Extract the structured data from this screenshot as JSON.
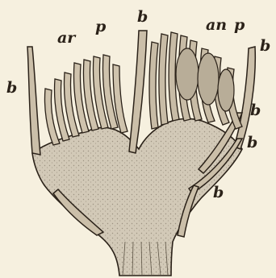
{
  "labels": {
    "ar": "ar",
    "p_left": "p",
    "b_top": "b",
    "an": "an",
    "p_right": "p",
    "b_far_right": "b",
    "b_left": "b",
    "b_right_mid": "b",
    "b_right_low": "b",
    "b_bottom": "b"
  },
  "colors": {
    "paper": "#f6f0df",
    "ink": "#2b2219",
    "tissue": "#cfc6b4",
    "tissue_dark": "#a89f8e"
  }
}
